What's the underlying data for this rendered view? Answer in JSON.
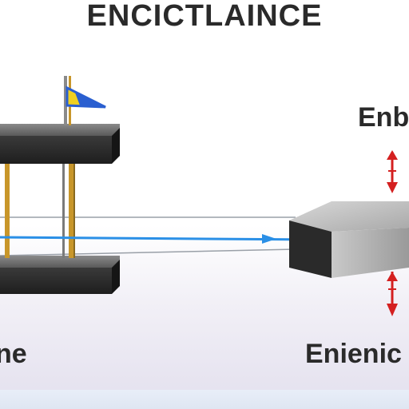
{
  "title": "ENCICTLAINCE",
  "labels": {
    "top_right": "Enb",
    "bottom_left": "ne",
    "bottom_right": "Enienic"
  },
  "colors": {
    "beam": "#2a8fe6",
    "frame_dark": "#2b2b2b",
    "post_gold": "#c8962a",
    "flag_yellow": "#f0d020",
    "flag_blue": "#2a5fd0",
    "arrow_red": "#d42020"
  }
}
